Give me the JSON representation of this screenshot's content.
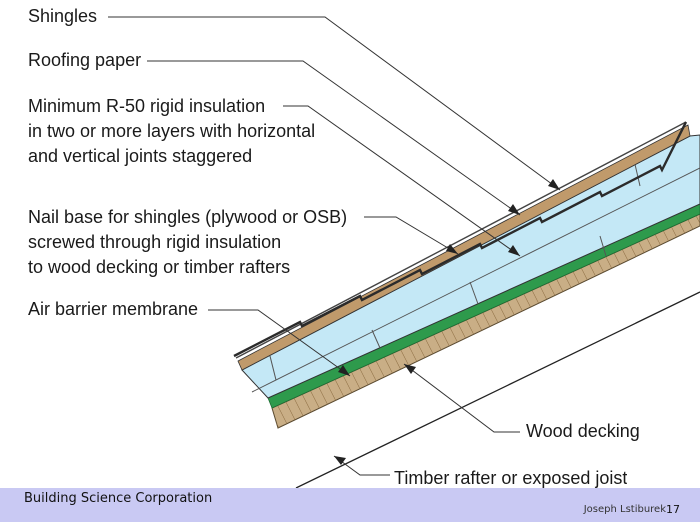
{
  "labels": {
    "shingles": "Shingles",
    "roofing_paper": "Roofing paper",
    "insulation": [
      "Minimum R-50 rigid insulation",
      "in two or more layers with horizontal",
      "and vertical joints staggered"
    ],
    "nail_base": [
      "Nail base for shingles (plywood or OSB)",
      "screwed through rigid insulation",
      "to wood decking or timber rafters"
    ],
    "air_barrier": "Air barrier membrane",
    "wood_decking": "Wood decking",
    "rafter": "Timber rafter or exposed joist"
  },
  "footer": {
    "organization": "Building Science Corporation",
    "author": "Joseph Lstiburek",
    "page_number": "17"
  },
  "colors": {
    "insulation": "#c4e8f6",
    "decking": "#c9ae86",
    "air_barrier": "#2e9a4c",
    "shingle": "#2b2b2b",
    "nail_base": "#c09a6b",
    "footer_bg": "#c9c9f3"
  }
}
